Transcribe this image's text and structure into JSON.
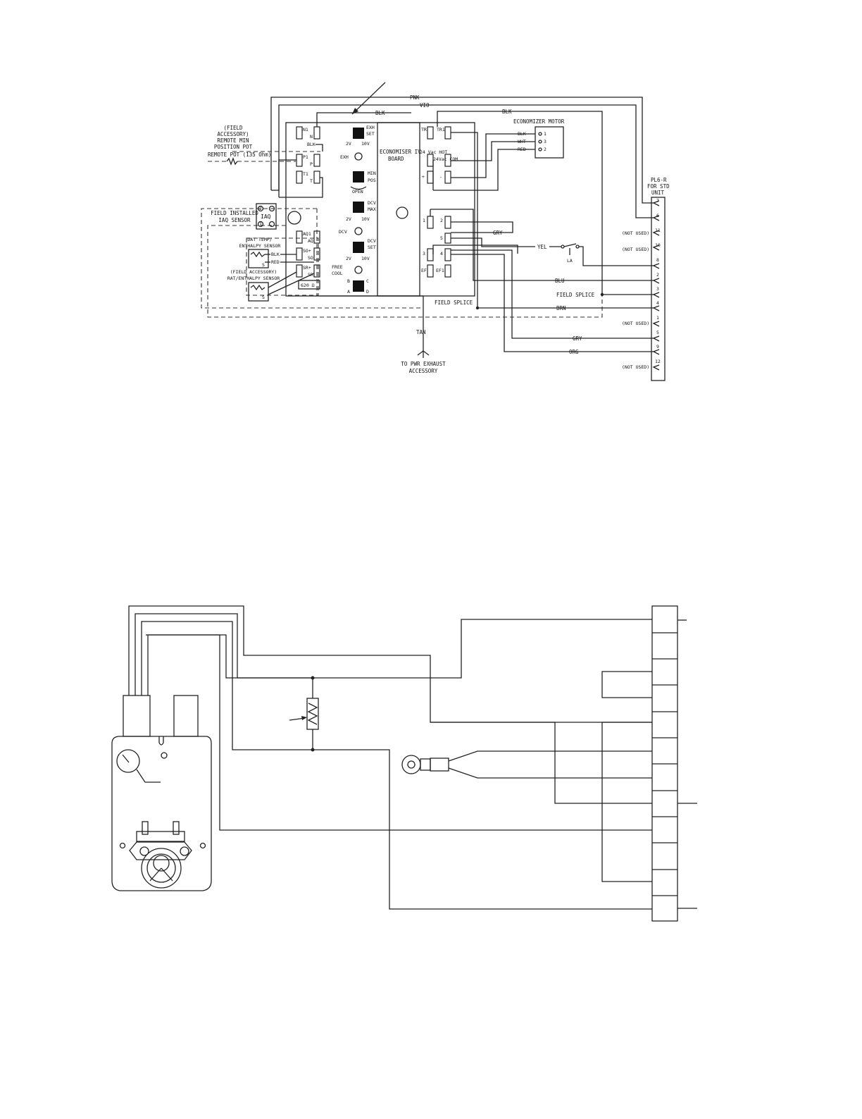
{
  "wire_labels": {
    "pnk": "PNK",
    "vio": "VIO",
    "blk_top": "BLK",
    "blk_top2": "BLK",
    "gry_upper": "GRY",
    "yel": "YEL",
    "blu": "BLU",
    "brn": "BRN",
    "gry_lower": "GRY",
    "org": "ORG",
    "tan": "TAN"
  },
  "remote_pot": {
    "title_lines": [
      "(FIELD",
      "ACCESSORY)",
      "REMOTE MIN",
      "POSITION POT"
    ],
    "pot_label": "REMOTE POT (135 Ohm)",
    "blk": "BLK"
  },
  "iaq": {
    "title_lines": [
      "FIELD INSTALLED",
      "IAQ SENSOR"
    ],
    "box_label": "IAQ",
    "pin_top": "2",
    "pin_bottom": "1"
  },
  "dat_sensor": {
    "title_lines": [
      "DAT TEMP/",
      "ENTHALPY SENSOR"
    ],
    "blk": "BLK",
    "red": "RED",
    "s": "S"
  },
  "rat_sensor": {
    "title_lines": [
      "(FIELD ACCESSORY)",
      "RAT/ENTHALPY SENSOR"
    ],
    "s": "S"
  },
  "board": {
    "title_lines": [
      "ECONOMISER IV",
      "BOARD"
    ],
    "left_terms": [
      "N1",
      "N",
      "P1",
      "P",
      "T1",
      "T",
      "AQ1",
      "AQ",
      "SO+",
      "SO",
      "SR+",
      "SR"
    ],
    "resistor": "620 Ω",
    "pots": {
      "exh_set": [
        "EXH",
        "SET"
      ],
      "exh": "EXH",
      "min_pos": [
        "MIN",
        "POS"
      ],
      "open": "OPEN",
      "dcv_max": [
        "DCV",
        "MAX"
      ],
      "dcv": "DCV",
      "dcv_set": [
        "DCV",
        "SET"
      ],
      "free_cool": [
        "FREE",
        "COOL"
      ],
      "range_lo": "2V",
      "range_hi": "10V",
      "b": "B",
      "c": "C",
      "a": "A",
      "d": "D"
    },
    "right_terms": [
      "TR",
      "TR1",
      "24 Vac HOT",
      "24Vac COM",
      "+",
      "-",
      "1",
      "2",
      "5",
      "3",
      "4",
      "EF",
      "EF1"
    ]
  },
  "econ_motor": {
    "title": "ECONOMIZER MOTOR",
    "wires": [
      {
        "color": "BLK",
        "pin": "1"
      },
      {
        "color": "WHT",
        "pin": "3"
      },
      {
        "color": "RED",
        "pin": "2"
      }
    ]
  },
  "plug": {
    "title_lines": [
      "PL6-R",
      "FOR STD",
      "UNIT"
    ],
    "pins": [
      "7",
      "6",
      "11",
      "10",
      "8",
      "2",
      "3",
      "4",
      "1",
      "5",
      "9",
      "12"
    ],
    "not_used": "(NOT USED)"
  },
  "misc": {
    "la": "LA",
    "field_splice_right": "FIELD SPLICE",
    "field_splice_bottom": "FIELD SPLICE",
    "pwr_exhaust_lines": [
      "TO PWR EXHAUST",
      "ACCESSORY"
    ]
  }
}
